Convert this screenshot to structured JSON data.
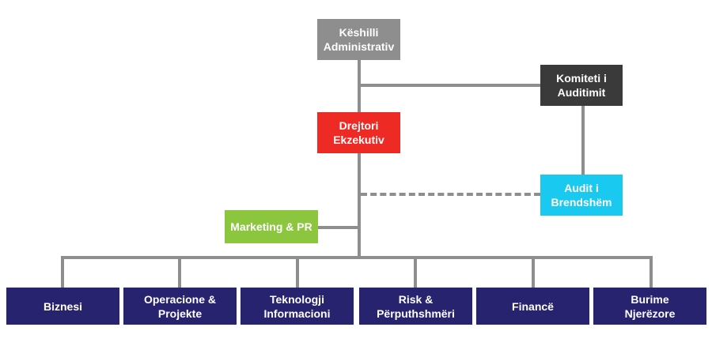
{
  "chart": {
    "board": "Këshilli\nAdministrativ",
    "audit_committee": "Komiteti i\nAuditimit",
    "ceo": "Drejtori\nEkzekutiv",
    "internal_audit": "Audit i\nBrendshëm",
    "marketing": "Marketing & PR",
    "departments": [
      "Biznesi",
      "Operacione &\nProjekte",
      "Teknologji\nInformacioni",
      "Risk &\nPërputhshmëri",
      "Financë",
      "Burime\nNjerëzore"
    ]
  },
  "colors": {
    "board": "#8e8e8e",
    "audit_committee": "#3a3a3a",
    "ceo": "#ee2a24",
    "internal_audit": "#19c9ef",
    "marketing": "#8cc63f",
    "departments": "#27236f",
    "connector": "#8e8e8e"
  }
}
